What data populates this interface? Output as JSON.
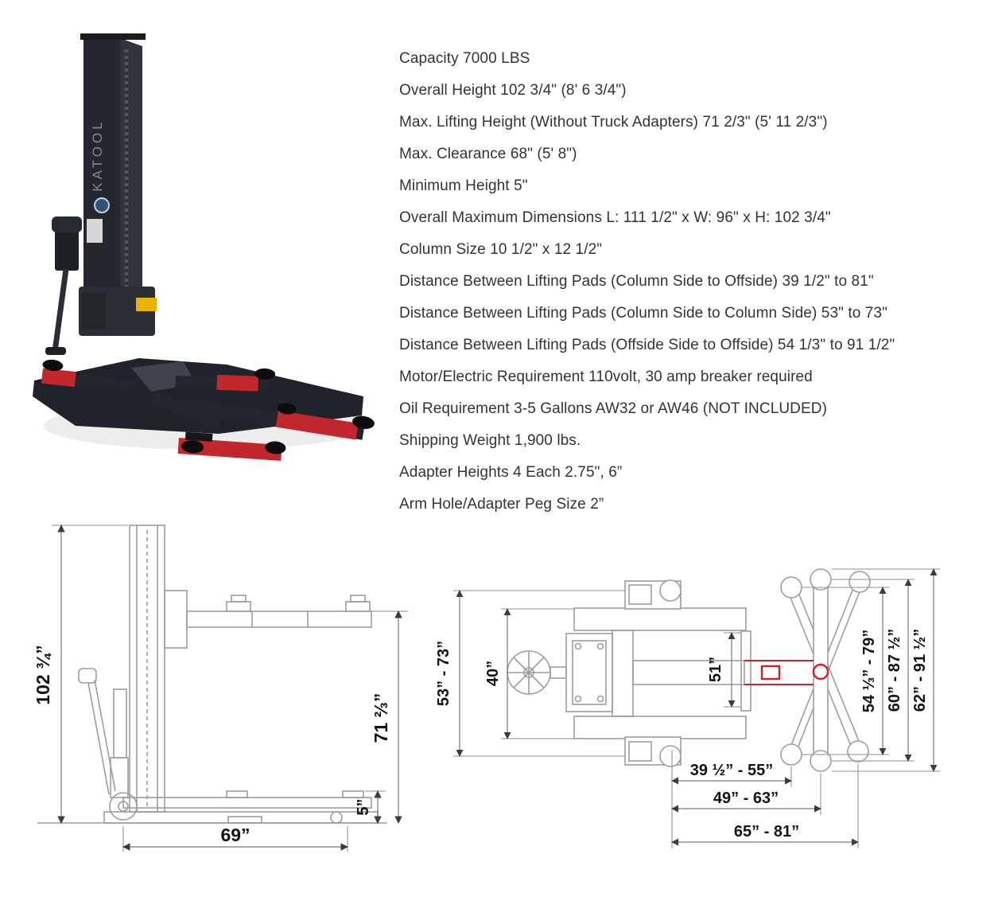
{
  "specs": {
    "lines": [
      "Capacity 7000 LBS",
      "Overall Height 102 3/4\" (8' 6 3/4\")",
      "Max. Lifting Height (Without Truck Adapters) 71 2/3\" (5' 11 2/3\")",
      "Max. Clearance 68\" (5' 8\")",
      "Minimum Height 5\"",
      "Overall Maximum Dimensions L: 111 1/2\" x W: 96\" x H: 102 3/4\"",
      "Column Size 10 1/2\" x 12 1/2\"",
      "Distance Between Lifting Pads (Column Side to Offside) 39 1/2\" to 81\"",
      "Distance Between Lifting Pads (Column Side to Column Side) 53\" to 73\"",
      "Distance Between Lifting Pads (Offside Side to Offside) 54 1/3\" to 91 1/2\"",
      "Motor/Electric Requirement 110volt, 30 amp breaker required",
      "Oil Requirement 3-5 Gallons AW32 or AW46 (NOT INCLUDED)",
      "Shipping Weight 1,900 lbs.",
      "Adapter Heights 4 Each 2.75\", 6”",
      "Arm Hole/Adapter Peg Size 2”"
    ]
  },
  "product": {
    "brand": "KATOOL"
  },
  "side_view": {
    "dim_102": "102 ¾”",
    "dim_71": "71 ⅔”",
    "dim_5": "5”",
    "dim_69": "69”"
  },
  "top_view": {
    "dim_53_73": "53” - 73”",
    "dim_40": "40”",
    "dim_51": "51”",
    "dim_54_79": "54 ⅓” - 79”",
    "dim_60_87": "60” - 87 ½”",
    "dim_62_91": "62” - 91 ½”",
    "dim_39_55": "39 ½” - 55”",
    "dim_49_63": "49” - 63”",
    "dim_65_81": "65” - 81”"
  },
  "colors": {
    "accent_red": "#d01f26",
    "structure_gray": "#9a9da1",
    "dim_text": "#131313"
  }
}
